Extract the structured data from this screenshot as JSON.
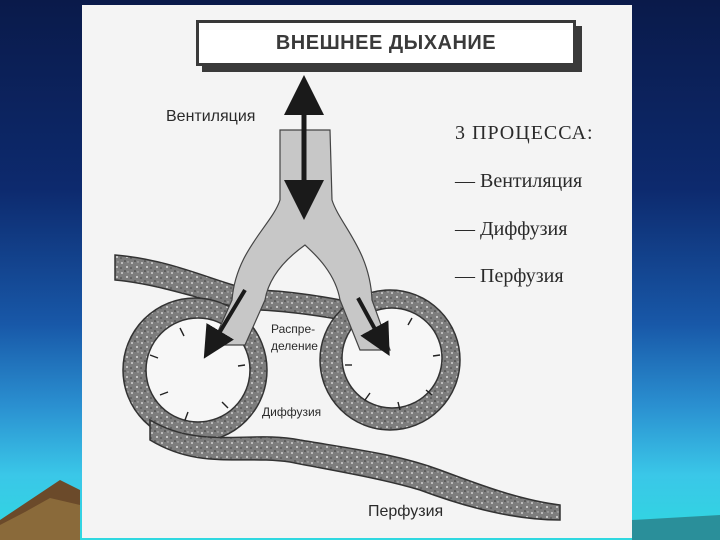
{
  "diagram": {
    "title": "ВНЕШНЕЕ ДЫХАНИЕ",
    "labels": {
      "ventilation": "Вентиляция",
      "distribution_line1": "Распре-",
      "distribution_line2": "деление",
      "diffusion": "Диффузия",
      "perfusion": "Перфузия"
    }
  },
  "process_list": {
    "heading": "3 ПРОЦЕССА:",
    "items": [
      "— Вентиляция",
      "— Диффузия",
      "— Перфузия"
    ]
  }
}
